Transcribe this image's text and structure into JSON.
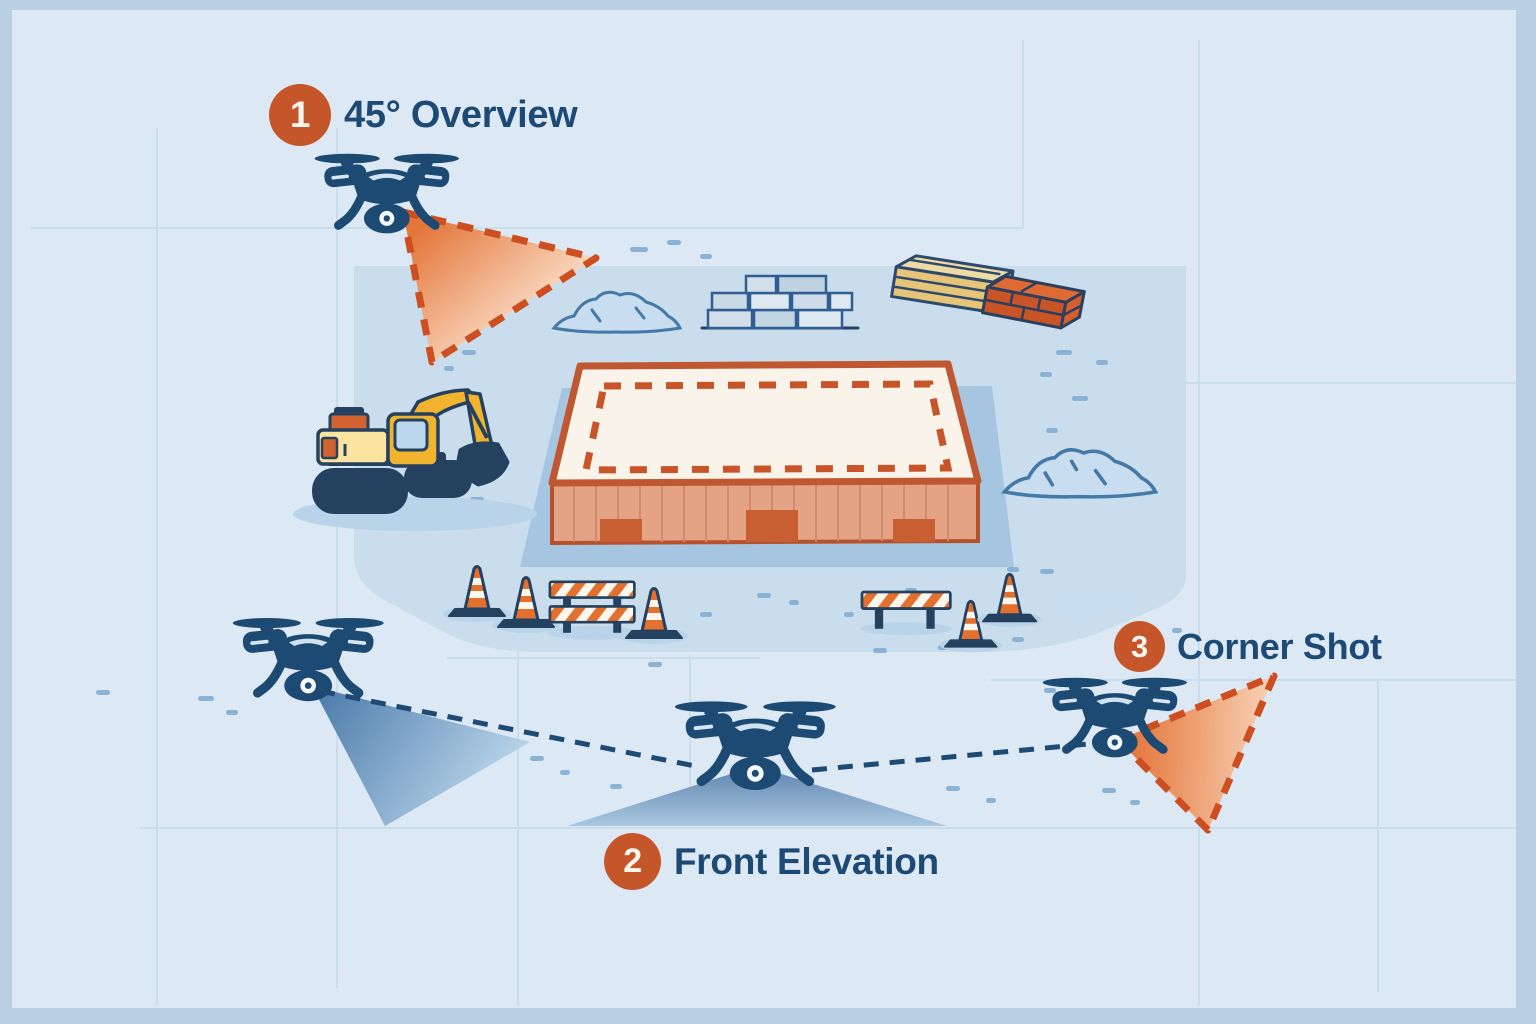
{
  "annotations": [
    {
      "id": "overview",
      "number": "1",
      "label": "45° Overview"
    },
    {
      "id": "front-elevation",
      "number": "2",
      "label": "Front Elevation"
    },
    {
      "id": "corner-shot",
      "number": "3",
      "label": "Corner Shot"
    }
  ],
  "icons": {
    "drone": "drone-icon",
    "excavator": "excavator-icon",
    "building_pad": "building-pad-icon",
    "gravel_mound": "gravel-mound-icon",
    "concrete_blocks": "concrete-blocks-icon",
    "lumber_stack": "lumber-stack-icon",
    "brick_stack": "brick-stack-icon",
    "traffic_cone": "traffic-cone-icon",
    "barrier": "barrier-icon",
    "view_cone": "camera-view-cone",
    "sight_line": "dashed-sight-line"
  },
  "colors": {
    "frame": "#b9d0e4",
    "background": "#dce9f4",
    "site_panel": "#cadded",
    "label_text": "#1d4a74",
    "badge_orange": "#c4562a",
    "drone_navy": "#1d4a72",
    "dashed_orange": "#cc4e21",
    "view_cone_orange": "#e4763a",
    "view_cone_blue": "#4f7dac",
    "building_roof": "#faf3e9",
    "building_trim": "#bf5730",
    "building_facade": "#e5a385",
    "cone_orange": "#e2702f",
    "excavator_yellow": "#f2b42e",
    "shadow_blue": "#a6c5e0"
  }
}
